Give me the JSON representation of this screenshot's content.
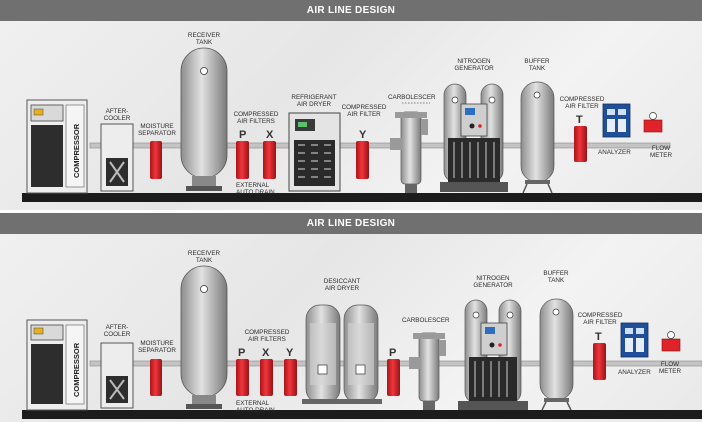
{
  "panels": [
    {
      "title": "AIR LINE DESIGN",
      "compressor": "COMPRESSOR",
      "labels": {
        "receiver": [
          "RECEIVER",
          "TANK"
        ],
        "aftercooler": [
          "AFTER-",
          "COOLER"
        ],
        "moisture": [
          "MOISTURE",
          "SEPARATOR"
        ],
        "filters": [
          "COMPRESSED",
          "AIR FILTERS"
        ],
        "drain": [
          "EXTERNAL",
          "AUTO DRAIN"
        ],
        "dryer": [
          "REFRIGERANT",
          "AIR DRYER"
        ],
        "filter_y": [
          "COMPRESSED",
          "AIR FILTER"
        ],
        "carbolescer": [
          "CARBOLESCER"
        ],
        "nitrogen": [
          "NITROGEN",
          "GENERATOR"
        ],
        "buffer": [
          "BUFFER",
          "TANK"
        ],
        "filter_t": [
          "COMPRESSED",
          "AIR FILTER"
        ],
        "analyzer": [
          "ANALYZER"
        ],
        "flow": [
          "FLOW",
          "METER"
        ]
      },
      "letters": {
        "p": "P",
        "x": "X",
        "y": "Y",
        "t": "T"
      }
    },
    {
      "title": "AIR LINE DESIGN",
      "compressor": "COMPRESSOR",
      "labels": {
        "receiver": [
          "RECEIVER",
          "TANK"
        ],
        "aftercooler": [
          "AFTER-",
          "COOLER"
        ],
        "moisture": [
          "MOISTURE",
          "SEPARATOR"
        ],
        "filters": [
          "COMPRESSED",
          "AIR FILTERS"
        ],
        "drain": [
          "EXTERNAL",
          "AUTO DRAIN"
        ],
        "dryer": [
          "DESICCANT",
          "AIR DRYER"
        ],
        "carbolescer": [
          "CARBOLESCER"
        ],
        "nitrogen": [
          "NITROGEN",
          "GENERATOR"
        ],
        "buffer": [
          "BUFFER",
          "TANK"
        ],
        "filter_t": [
          "COMPRESSED",
          "AIR FILTER"
        ],
        "analyzer": [
          "ANALYZER"
        ],
        "flow": [
          "FLOW",
          "METER"
        ]
      },
      "letters": {
        "p": "P",
        "x": "X",
        "y": "Y",
        "p2": "P",
        "t": "T"
      }
    }
  ],
  "colors": {
    "banner": "#707070",
    "filter_red": "#e0232a",
    "vessel_gray": "#c8c8c8",
    "floor": "#1c1c1c",
    "analyzer_blue": "#1f4f9a"
  }
}
